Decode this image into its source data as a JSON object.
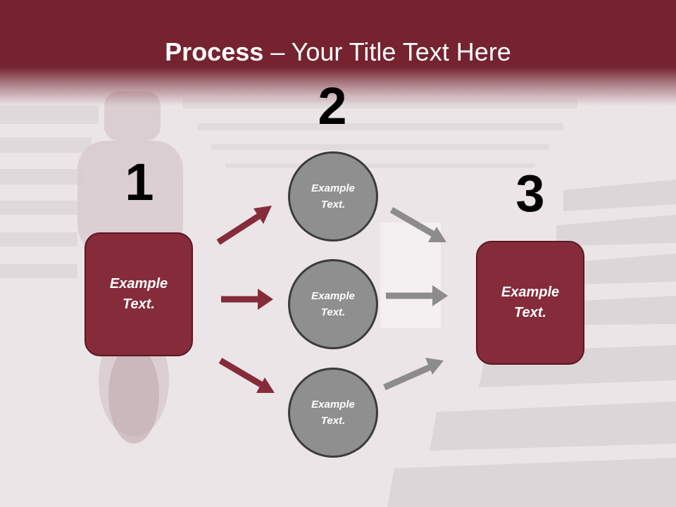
{
  "slide": {
    "title_bold": "Process",
    "title_rest": " – Your Title Text Here"
  },
  "steps": {
    "one": "1",
    "two": "2",
    "three": "3"
  },
  "nodes": {
    "left_box": "Example Text.",
    "circle_top": "Example Text.",
    "circle_middle": "Example Text.",
    "circle_bottom": "Example Text.",
    "right_box": "Example Text."
  },
  "colors": {
    "header": "#74232f",
    "box_fill": "#862b3a",
    "arrow_red": "#862b3a",
    "arrow_gray": "#8c8c8c",
    "circle_fill": "#8f8f8f"
  }
}
